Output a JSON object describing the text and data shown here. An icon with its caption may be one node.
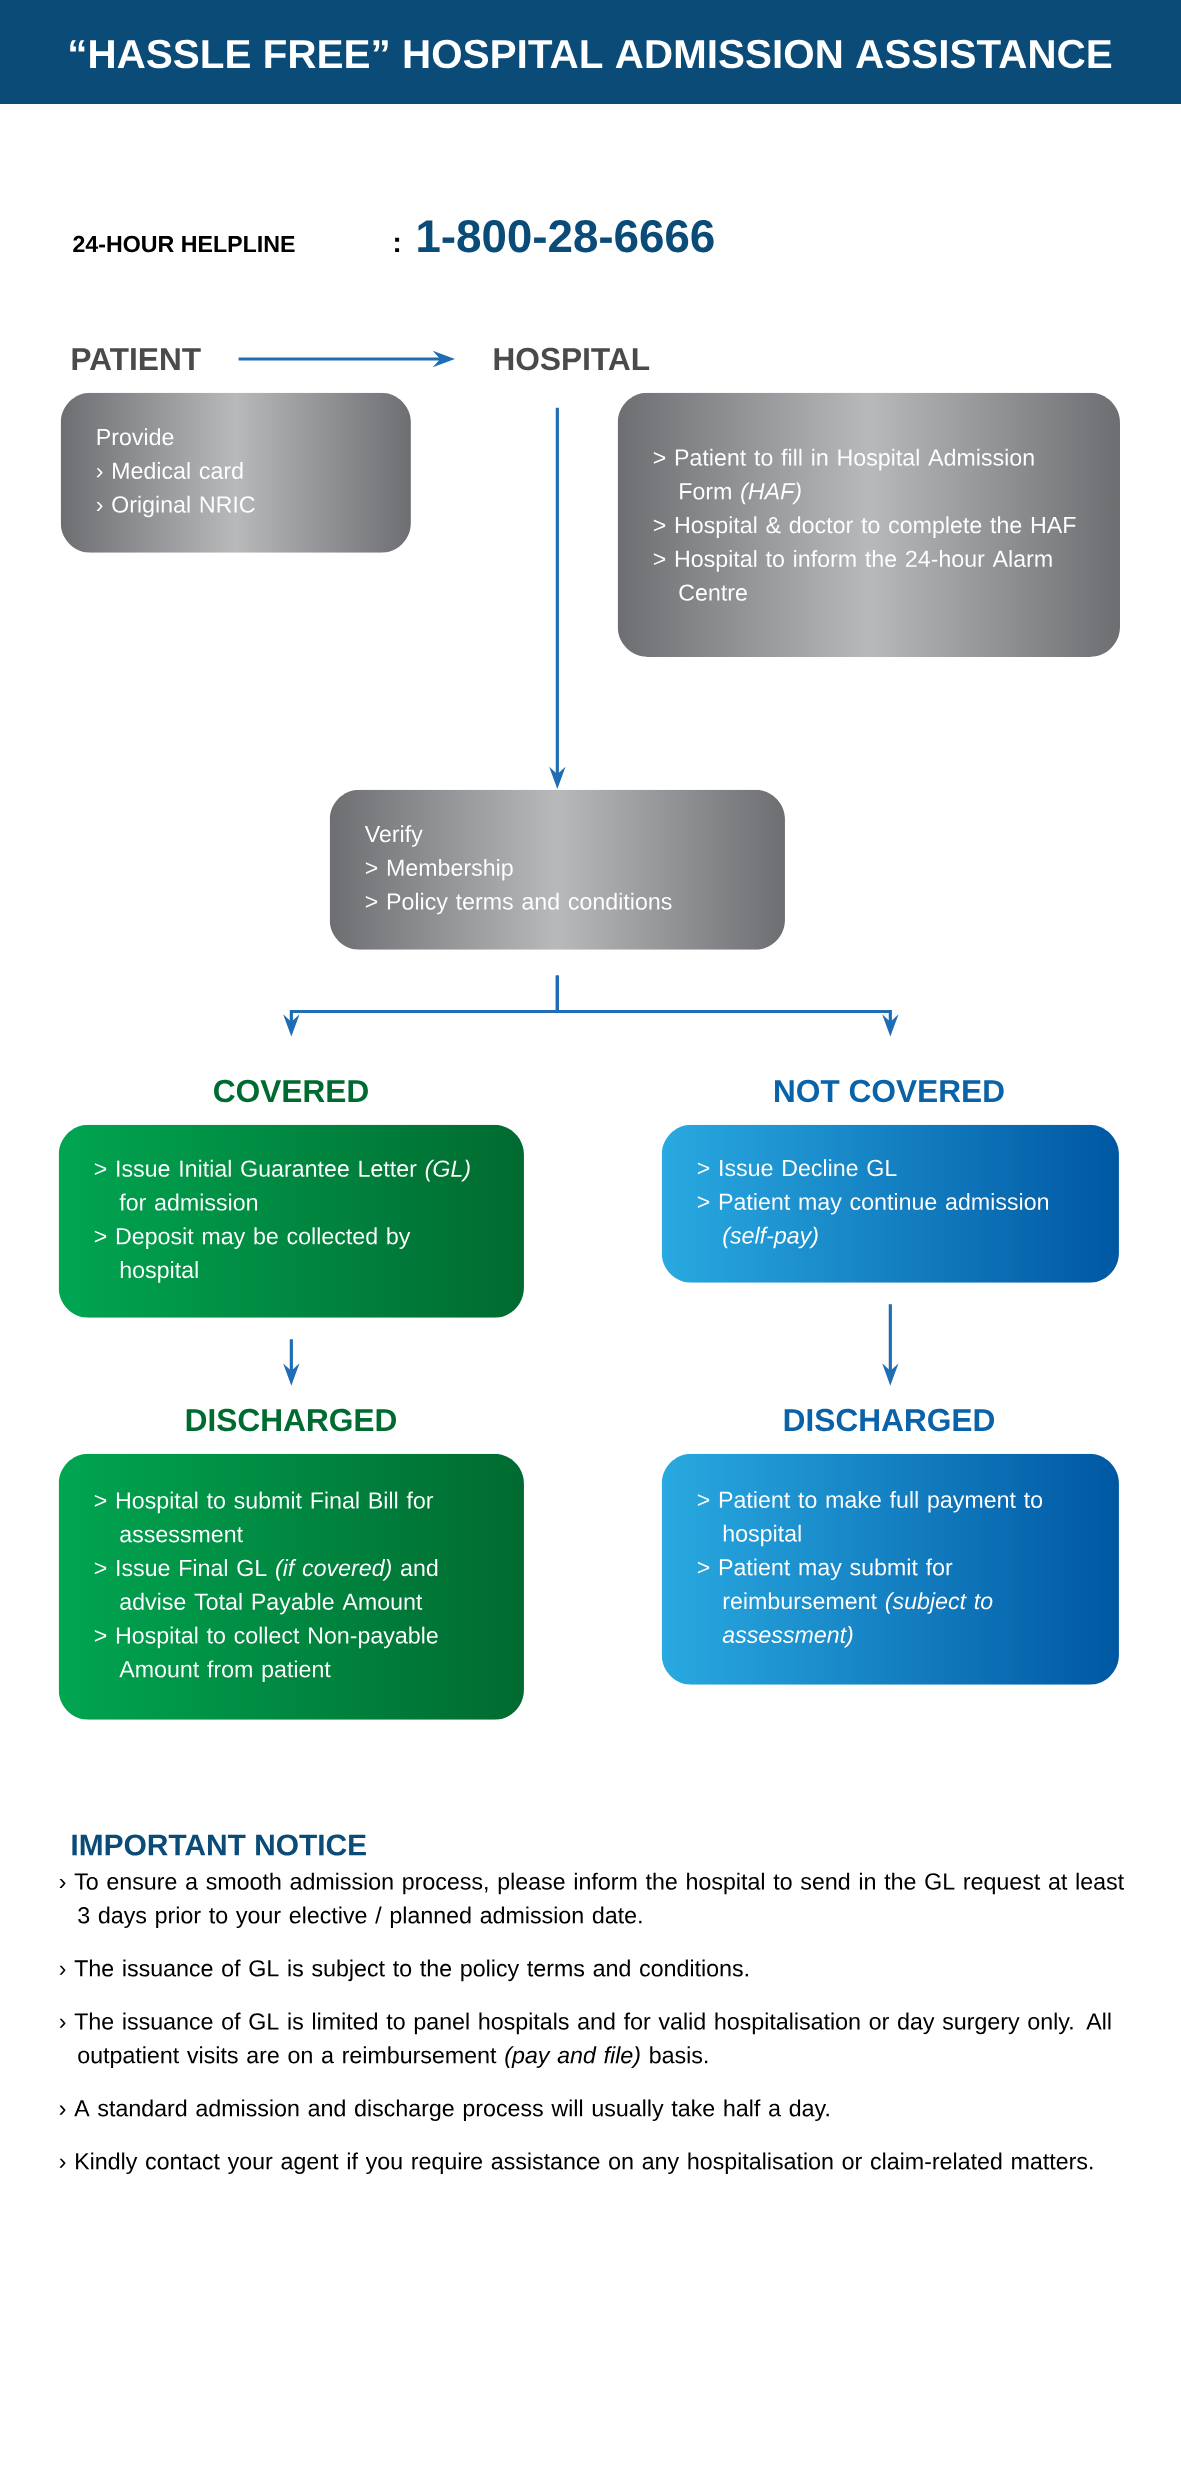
{
  "diagram": {
    "title": "“HASSLE FREE” HOSPITAL ADMISSION ASSISTANCE",
    "nodes": [
      {
        "text": [
          "PATIENT"
        ]
      },
      {
        "text": [
          "HOSPITAL"
        ]
      },
      {
        "text": [
          "Provide",
          "› Medical card",
          "› Original NRIC"
        ]
      },
      {
        "text": [
          "> Patient to fill in Hospital Admission Form *(HAF)*",
          "> Hospital & doctor to complete the HAF",
          "> Hospital to inform the 24-hour Alarm Centre"
        ]
      },
      {
        "text": [
          "Verify",
          "> Membership",
          "> Policy terms and conditions"
        ]
      },
      {
        "text": [
          "COVERED",
          "> Issue Initial Guarantee Letter *(GL)* for admission",
          "> Deposit may be collected by hospital"
        ]
      },
      {
        "text": [
          "NOT COVERED",
          "> Issue Decline GL",
          "> Patient may continue admission *(self-pay)*"
        ]
      },
      {
        "text": [
          "DISCHARGED",
          "> Hospital to submit Final Bill for assessment",
          "> Issue Final GL *(if covered)* and advise Total Payable Amount",
          "> Hospital to collect Non-payable Amount from patient"
        ]
      },
      {
        "text": [
          "DISCHARGED",
          "> Patient to make full payment to hospital",
          "> Patient may submit for reimbursement *(subject to assessment)*"
        ]
      }
    ],
    "edges": [
      {
        "from": 0,
        "to": 1,
        "arrow": "to"
      },
      {
        "from": 1,
        "to": 4,
        "arrow": "to"
      },
      {
        "from": 4,
        "to": 5,
        "arrow": "to"
      },
      {
        "from": 4,
        "to": 6,
        "arrow": "to"
      },
      {
        "from": 5,
        "to": 7,
        "arrow": "to"
      },
      {
        "from": 6,
        "to": 8,
        "arrow": "to"
      }
    ],
    "labels": [
      "24-HOUR HELPLINE",
      ":",
      "1-800-28-6666",
      "IMPORTANT NOTICE",
      "› To ensure a smooth admission process, please inform the hospital to send in the GL request at least 3 days prior to your elective / planned admission date.",
      "› The issuance of GL is subject to the policy terms and conditions.",
      "› The issuance of GL is limited to panel hospitals and for valid hospitalisation or day surgery only. All outpatient visits are on a reimbursement *(pay and file)* basis.",
      "› A standard admission and discharge process will usually take half a day.",
      "› Kindly contact your agent if you require assistance on any hospitalisation or claim-related matters."
    ]
  }
}
